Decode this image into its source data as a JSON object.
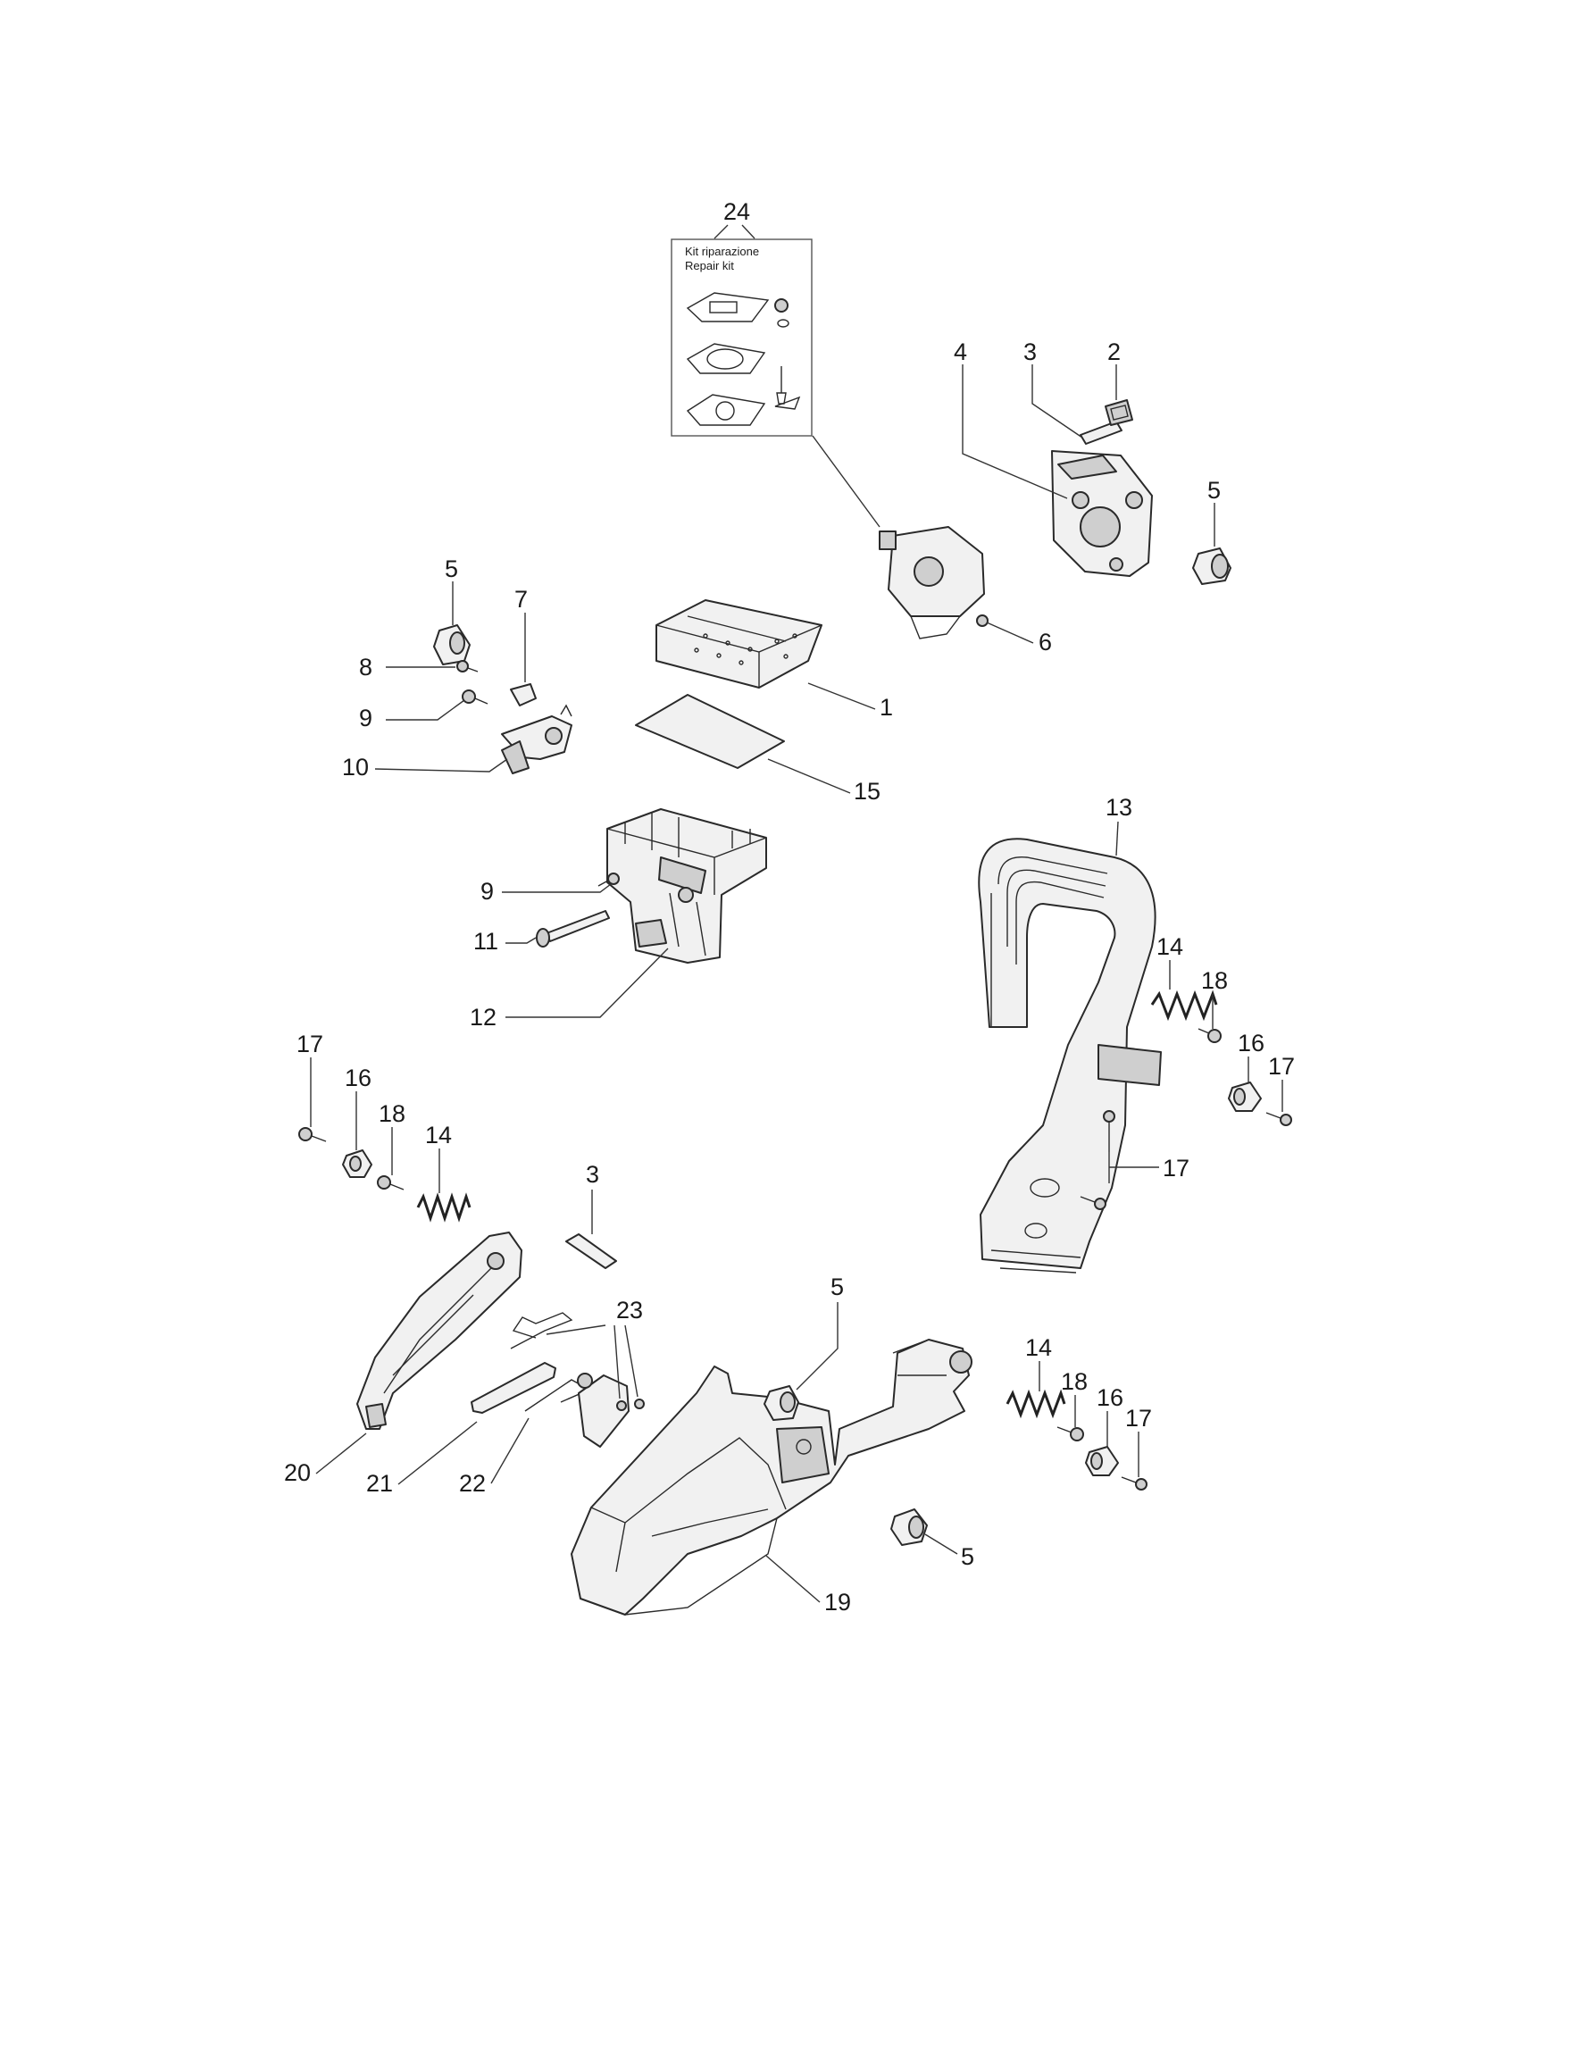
{
  "repair_kit": {
    "title_it": "Kit riparazione",
    "title_en": "Repair kit",
    "number": "24"
  },
  "callouts": [
    {
      "id": "c-24",
      "label": "24"
    },
    {
      "id": "c-2",
      "label": "2"
    },
    {
      "id": "c-3a",
      "label": "3"
    },
    {
      "id": "c-4",
      "label": "4"
    },
    {
      "id": "c-5a",
      "label": "5"
    },
    {
      "id": "c-6",
      "label": "6"
    },
    {
      "id": "c-5b",
      "label": "5"
    },
    {
      "id": "c-7",
      "label": "7"
    },
    {
      "id": "c-8",
      "label": "8"
    },
    {
      "id": "c-9a",
      "label": "9"
    },
    {
      "id": "c-10",
      "label": "10"
    },
    {
      "id": "c-1",
      "label": "1"
    },
    {
      "id": "c-15",
      "label": "15"
    },
    {
      "id": "c-13",
      "label": "13"
    },
    {
      "id": "c-9b",
      "label": "9"
    },
    {
      "id": "c-11",
      "label": "11"
    },
    {
      "id": "c-12",
      "label": "12"
    },
    {
      "id": "c-14a",
      "label": "14"
    },
    {
      "id": "c-18a",
      "label": "18"
    },
    {
      "id": "c-16a",
      "label": "16"
    },
    {
      "id": "c-17a",
      "label": "17"
    },
    {
      "id": "c-17b",
      "label": "17"
    },
    {
      "id": "c-17c",
      "label": "17"
    },
    {
      "id": "c-16b",
      "label": "16"
    },
    {
      "id": "c-18b",
      "label": "18"
    },
    {
      "id": "c-14b",
      "label": "14"
    },
    {
      "id": "c-3b",
      "label": "3"
    },
    {
      "id": "c-23",
      "label": "23"
    },
    {
      "id": "c-5c",
      "label": "5"
    },
    {
      "id": "c-14c",
      "label": "14"
    },
    {
      "id": "c-18c",
      "label": "18"
    },
    {
      "id": "c-16c",
      "label": "16"
    },
    {
      "id": "c-17d",
      "label": "17"
    },
    {
      "id": "c-20",
      "label": "20"
    },
    {
      "id": "c-21",
      "label": "21"
    },
    {
      "id": "c-22",
      "label": "22"
    },
    {
      "id": "c-5d",
      "label": "5"
    },
    {
      "id": "c-19",
      "label": "19"
    }
  ]
}
